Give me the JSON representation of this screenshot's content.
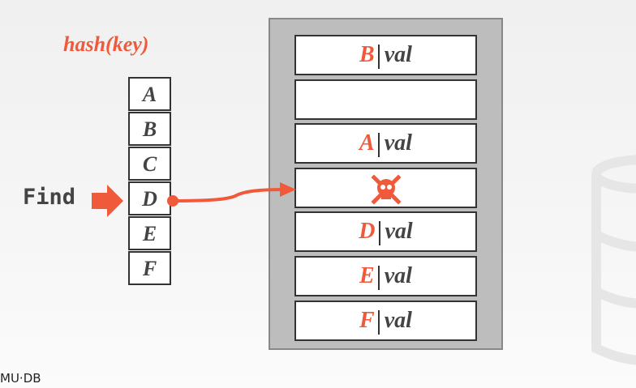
{
  "title": "hash(key)",
  "hash_table": [
    "A",
    "B",
    "C",
    "D",
    "E",
    "F"
  ],
  "find_label": "Find",
  "heap_slots": [
    {
      "key": "B",
      "value": "val"
    },
    {
      "key": "",
      "value": ""
    },
    {
      "key": "A",
      "value": "val"
    },
    {
      "key": "",
      "value": "",
      "icon": "skull-crossbones-icon"
    },
    {
      "key": "D",
      "value": "val"
    },
    {
      "key": "E",
      "value": "val"
    },
    {
      "key": "F",
      "value": "val"
    }
  ],
  "logo": "MU·DB",
  "colors": {
    "accent": "#f05a3a",
    "heap": "#bdbdbd"
  }
}
